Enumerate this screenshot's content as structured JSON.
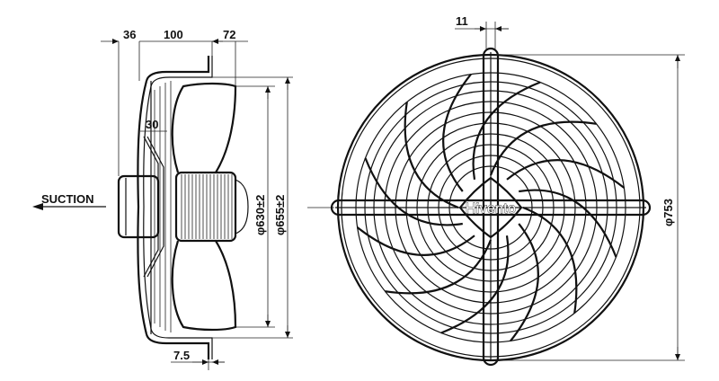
{
  "side_view": {
    "dim_36": "36",
    "dim_100": "100",
    "dim_72": "72",
    "dim_30": "30",
    "dim_7_5": "7.5",
    "dim_phi630": "φ630±2",
    "dim_phi655": "φ655±2",
    "suction_label": "SUCTION"
  },
  "front_view": {
    "dim_11": "11",
    "dim_phi753": "φ753",
    "brand_text": "Hivento"
  }
}
